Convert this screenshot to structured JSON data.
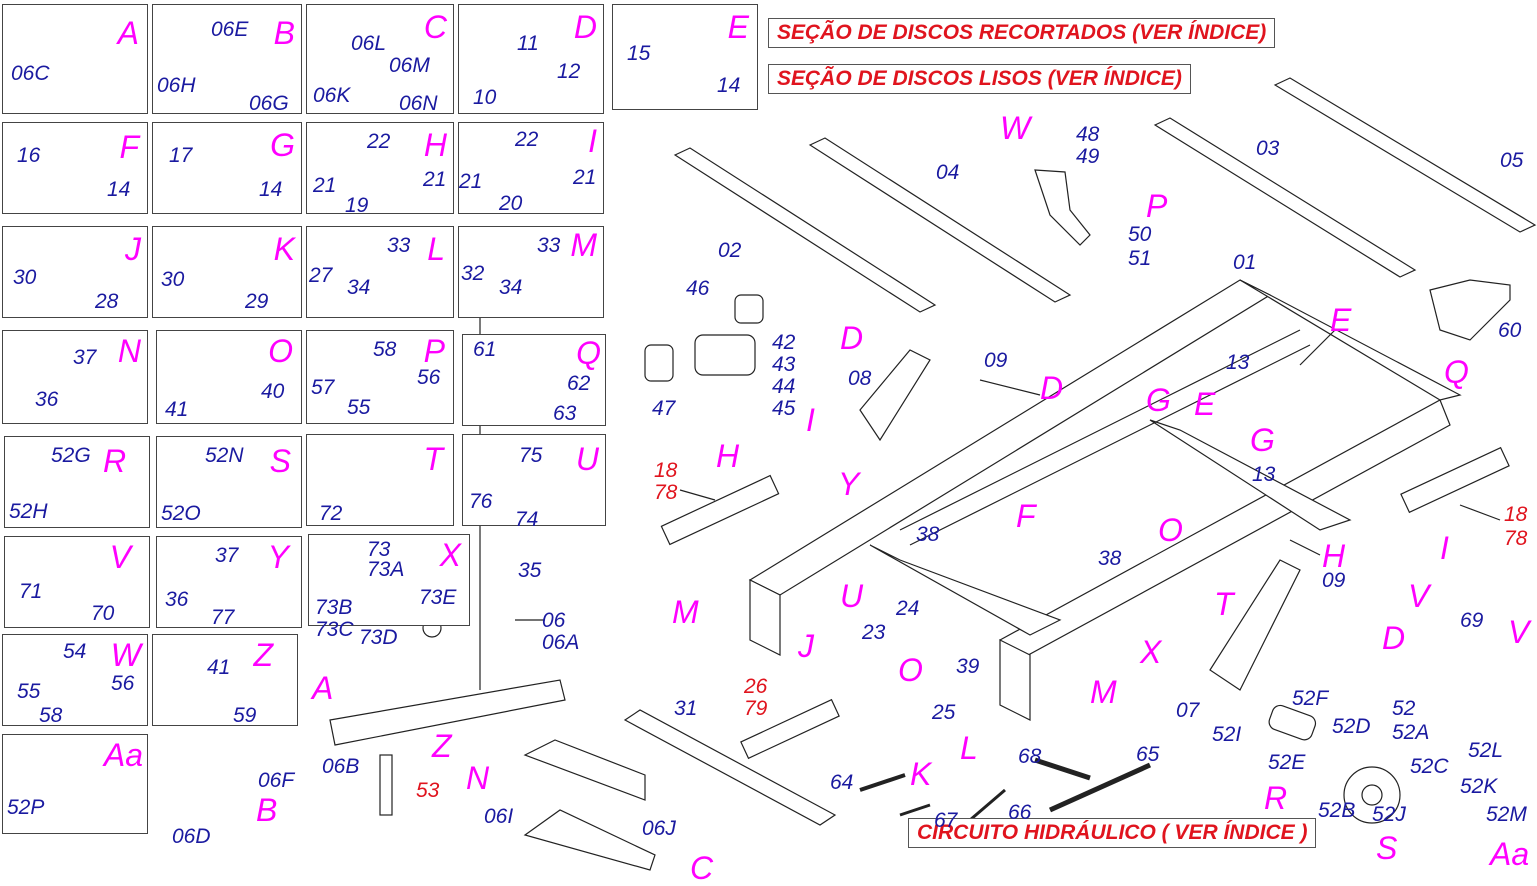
{
  "callouts": {
    "recortados": "SEÇÃO DE DISCOS RECORTADOS (VER ÍNDICE)",
    "lisos": "SEÇÃO DE DISCOS LISOS (VER ÍNDICE)",
    "hidraulico": "CIRCUITO HIDRÁULICO ( VER ÍNDICE )"
  },
  "boxes": {
    "A": {
      "letter": "A",
      "parts": [
        "06C"
      ]
    },
    "B": {
      "letter": "B",
      "parts": [
        "06E",
        "06H",
        "06G"
      ]
    },
    "C": {
      "letter": "C",
      "parts": [
        "06L",
        "06M",
        "06K",
        "06N"
      ]
    },
    "D": {
      "letter": "D",
      "parts": [
        "11",
        "12",
        "10"
      ]
    },
    "E": {
      "letter": "E",
      "parts": [
        "15",
        "14"
      ]
    },
    "F": {
      "letter": "F",
      "parts": [
        "16",
        "14"
      ]
    },
    "G": {
      "letter": "G",
      "parts": [
        "17",
        "14"
      ]
    },
    "H": {
      "letter": "H",
      "parts": [
        "22",
        "21",
        "21",
        "19"
      ]
    },
    "I": {
      "letter": "I",
      "parts": [
        "22",
        "21",
        "21",
        "20"
      ]
    },
    "J": {
      "letter": "J",
      "parts": [
        "30",
        "28"
      ]
    },
    "K": {
      "letter": "K",
      "parts": [
        "30",
        "29"
      ]
    },
    "L": {
      "letter": "L",
      "parts": [
        "33",
        "27",
        "34"
      ]
    },
    "M": {
      "letter": "M",
      "parts": [
        "33",
        "32",
        "34"
      ]
    },
    "N": {
      "letter": "N",
      "parts": [
        "37",
        "36"
      ]
    },
    "O": {
      "letter": "O",
      "parts": [
        "41",
        "40"
      ]
    },
    "P": {
      "letter": "P",
      "parts": [
        "58",
        "57",
        "56",
        "55"
      ]
    },
    "Q": {
      "letter": "Q",
      "parts": [
        "61",
        "62",
        "63"
      ]
    },
    "R": {
      "letter": "R",
      "parts": [
        "52G",
        "52H"
      ]
    },
    "S": {
      "letter": "S",
      "parts": [
        "52N",
        "52O"
      ]
    },
    "T": {
      "letter": "T",
      "parts": [
        "72"
      ]
    },
    "U": {
      "letter": "U",
      "parts": [
        "75",
        "76",
        "74"
      ]
    },
    "V": {
      "letter": "V",
      "parts": [
        "71",
        "70"
      ]
    },
    "Y": {
      "letter": "Y",
      "parts": [
        "37",
        "36",
        "77"
      ]
    },
    "X": {
      "letter": "X",
      "parts": [
        "73",
        "73A",
        "73B",
        "73E",
        "73C",
        "73D"
      ]
    },
    "W": {
      "letter": "W",
      "parts": [
        "54",
        "55",
        "56",
        "58"
      ]
    },
    "Z": {
      "letter": "Z",
      "parts": [
        "41",
        "59"
      ]
    },
    "Aa": {
      "letter": "Aa",
      "parts": [
        "52P"
      ]
    }
  },
  "main_labels": {
    "l01": "01",
    "l02": "02",
    "l03": "03",
    "l04": "04",
    "l05": "05",
    "l60": "60",
    "l48": "48",
    "l49": "49",
    "l50": "50",
    "l51": "51",
    "W": "W",
    "P": "P",
    "Q": "Q",
    "E1": "E",
    "E2": "E",
    "l13a": "13",
    "l13b": "13",
    "G1": "G",
    "G2": "G",
    "l46": "46",
    "l47": "47",
    "l42": "42",
    "l43": "43",
    "l44": "44",
    "l45": "45",
    "D1": "D",
    "l09a": "09",
    "D2": "D",
    "l08": "08",
    "I1": "I",
    "Y": "Y",
    "l18a": "18",
    "l78a": "78",
    "H1": "H",
    "F": "F",
    "l38a": "38",
    "l38b": "38",
    "O1": "O",
    "H2": "H",
    "l18b": "18",
    "l78b": "78",
    "I2": "I",
    "M1": "M",
    "U": "U",
    "l24": "24",
    "T": "T",
    "l09b": "09",
    "D3": "D",
    "V1": "V",
    "l69": "69",
    "V2": "V",
    "J": "J",
    "l23": "23",
    "O2": "O",
    "l39": "39",
    "X": "X",
    "l35": "35",
    "l06": "06",
    "l06A": "06A",
    "A": "A",
    "Z": "Z",
    "N": "N",
    "l06B": "06B",
    "l06F": "06F",
    "l06D": "06D",
    "B": "B",
    "l53": "53",
    "l26": "26",
    "l79": "79",
    "l31": "31",
    "l25": "25",
    "L": "L",
    "K": "K",
    "M2": "M",
    "l06I": "06I",
    "l06J": "06J",
    "C": "C",
    "l64": "64",
    "l67": "67",
    "l66": "66",
    "l68": "68",
    "l65": "65",
    "l07": "07",
    "l52F": "52F",
    "l52": "52",
    "l52A": "52A",
    "l52I": "52I",
    "l52D": "52D",
    "l52E": "52E",
    "l52L": "52L",
    "l52C": "52C",
    "R": "R",
    "l52K": "52K",
    "l52B": "52B",
    "l52J": "52J",
    "l52M": "52M",
    "S": "S",
    "Aa": "Aa"
  },
  "colors": {
    "letter": "#ff00ff",
    "part": "#1a1aa0",
    "red": "#e0141e",
    "line": "#222222"
  }
}
